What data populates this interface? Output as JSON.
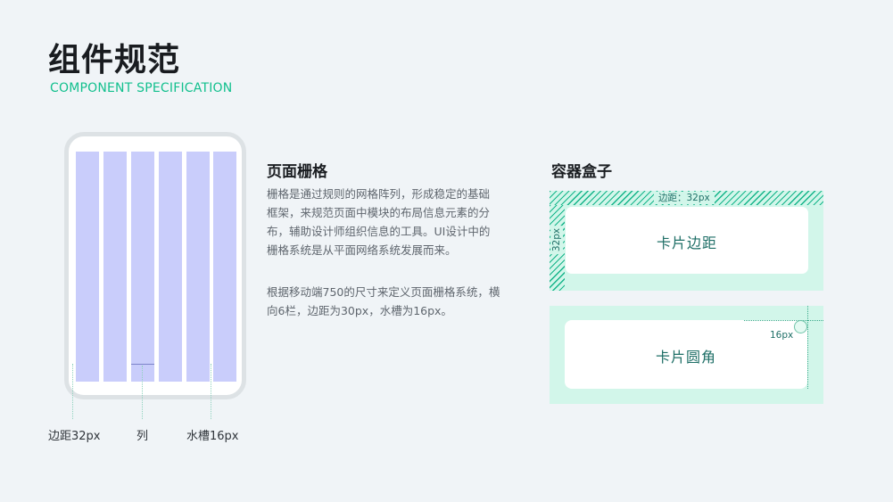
{
  "header": {
    "title": "组件规范",
    "subtitle": "COMPONENT SPECIFICATION"
  },
  "grid_demo": {
    "margin_label": "边距32px",
    "column_label": "列",
    "gutter_label": "水槽16px"
  },
  "grid_section": {
    "title": "页面栅格",
    "paragraph1": "栅格是通过规则的网格阵列，形成稳定的基础框架，来规范页面中模块的布局信息元素的分布，辅助设计师组织信息的工具。UI设计中的栅格系统是从平面网络系统发展而来。",
    "paragraph2": "根据移动端750的尺寸来定义页面栅格系统，横向6栏，边距为30px，水槽为16px。"
  },
  "container_section": {
    "title": "容器盒子",
    "padding_top_label": "边距：32px",
    "padding_left_label": "32px",
    "card1_label": "卡片边距",
    "radius_label": "16px",
    "card2_label": "卡片圆角"
  },
  "colors": {
    "accent": "#13c08e",
    "grid_column": "#c9cdfb",
    "container_bg": "#d2f6ea",
    "card_text": "#1f6f67"
  }
}
